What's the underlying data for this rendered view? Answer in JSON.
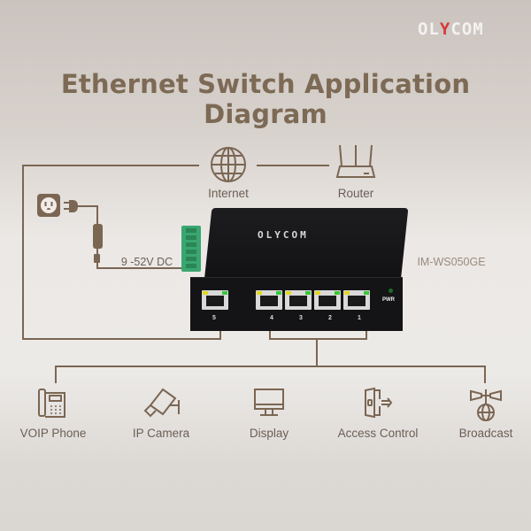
{
  "brand": {
    "logo_pre": "OL",
    "logo_y": "Y",
    "logo_post": "COM"
  },
  "title": "Ethernet Switch Application Diagram",
  "top": {
    "internet_label": "Internet",
    "router_label": "Router"
  },
  "power": {
    "voltage_label": "9 -52V DC"
  },
  "switch": {
    "logo": "OLYCOM",
    "model": "IM-WS050GE",
    "ports": [
      "5",
      "4",
      "3",
      "2",
      "1"
    ],
    "pwr_label": "PWR",
    "led_colors": {
      "yellow": "#e0d826",
      "green": "#37c837"
    }
  },
  "devices": [
    {
      "label": "VOIP Phone",
      "icon": "phone-icon"
    },
    {
      "label": "IP Camera",
      "icon": "camera-icon"
    },
    {
      "label": "Display",
      "icon": "monitor-icon"
    },
    {
      "label": "Access Control",
      "icon": "door-icon"
    },
    {
      "label": "Broadcast",
      "icon": "speaker-icon"
    }
  ],
  "colors": {
    "accent": "#7b6653",
    "title": "#7d6a55",
    "text": "#6b5f55"
  }
}
